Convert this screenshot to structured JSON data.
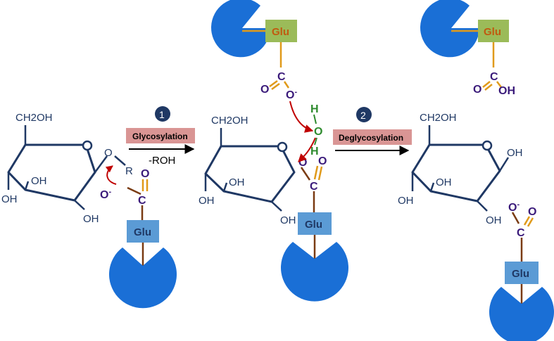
{
  "steps": [
    {
      "number": "1",
      "label": "Glycosylation",
      "sublabel": "-ROH"
    },
    {
      "number": "2",
      "label": "Deglycosylation",
      "sublabel": ""
    }
  ],
  "labels": {
    "ch2oh": "CH2OH",
    "oh": "OH",
    "o": "O",
    "o_minus": "O",
    "minus": "-",
    "c": "C",
    "r": "R",
    "h": "H",
    "glu": "Glu"
  },
  "colors": {
    "ring": "#1f3864",
    "enzyme": "#1a6fd6",
    "glu_box_bottom": "#5b9bd5",
    "glu_box_top": "#9bbb59",
    "step_box": "#d99594",
    "arrow_red": "#c00000",
    "water": "#2e8b2e"
  },
  "icons": [
    "enzyme-pacman-icon",
    "step-number-badge"
  ]
}
